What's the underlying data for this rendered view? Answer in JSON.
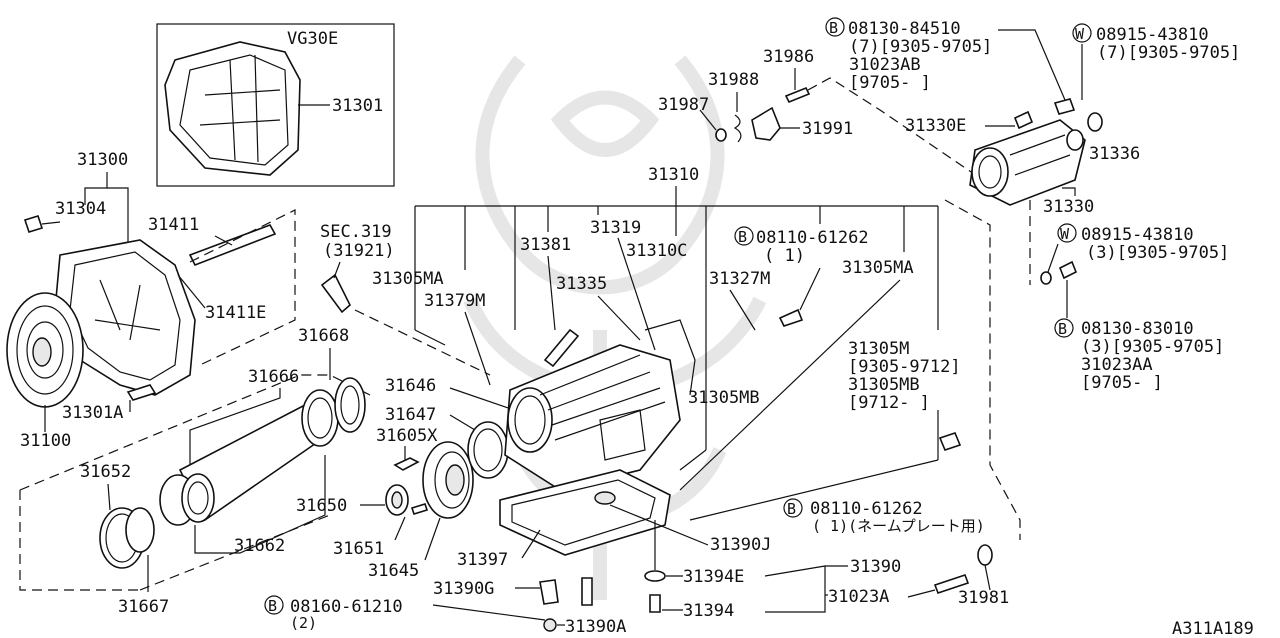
{
  "inset_title": "VG30E",
  "drawing_code": "A311A189",
  "part_labels": {
    "p31301": "31301",
    "p31300": "31300",
    "p31304": "31304",
    "p31411": "31411",
    "p31411E": "31411E",
    "p31100": "31100",
    "p31301A": "31301A",
    "p31666": "31666",
    "p31668": "31668",
    "p31652": "31652",
    "p31667": "31667",
    "p31662": "31662",
    "p31650": "31650",
    "p31651": "31651",
    "p31645": "31645",
    "p31605X": "31605X",
    "p31647": "31647",
    "p31646": "31646",
    "p31397": "31397",
    "p31390G": "31390G",
    "p31390A": "31390A",
    "p31390J": "31390J",
    "p31394E": "31394E",
    "p31394": "31394",
    "p31390": "31390",
    "p31023A": "31023A",
    "p31981": "31981",
    "p31305MA_l": "31305MA",
    "p31379M": "31379M",
    "p31381": "31381",
    "p31319": "31319",
    "p31310": "31310",
    "p31310C": "31310C",
    "p31335": "31335",
    "p31327M": "31327M",
    "p31305MA_r": "31305MA",
    "p31305MB": "31305MB",
    "p31986": "31986",
    "p31988": "31988",
    "p31987": "31987",
    "p31991": "31991",
    "p31330E": "31330E",
    "p31336": "31336",
    "p31330": "31330",
    "sec_ref": "SEC.319",
    "sec_ref_sub": "(31921)",
    "p31305M_block": [
      "31305M",
      "[9305-9712]",
      "31305MB",
      "[9712-    ]"
    ]
  },
  "bolt_callouts": [
    {
      "type": "B",
      "part": "08130-84510",
      "lines": [
        "(7)[9305-9705]",
        "31023AB",
        "[9705-    ]"
      ]
    },
    {
      "type": "W",
      "part": "08915-43810",
      "lines": [
        "(7)[9305-9705]"
      ]
    },
    {
      "type": "B",
      "part": "08110-61262",
      "lines": [
        "( 1)"
      ]
    },
    {
      "type": "W",
      "part": "08915-43810",
      "lines": [
        "(3)[9305-9705]"
      ]
    },
    {
      "type": "B",
      "part": "08130-83010",
      "lines": [
        "(3)[9305-9705]",
        "31023AA",
        "[9705-    ]"
      ]
    },
    {
      "type": "B",
      "part": "08110-61262",
      "lines": [
        "( 1)(ネームプレート用)"
      ]
    },
    {
      "type": "B",
      "part": "08160-61210",
      "lines": [
        "(2)"
      ]
    }
  ]
}
